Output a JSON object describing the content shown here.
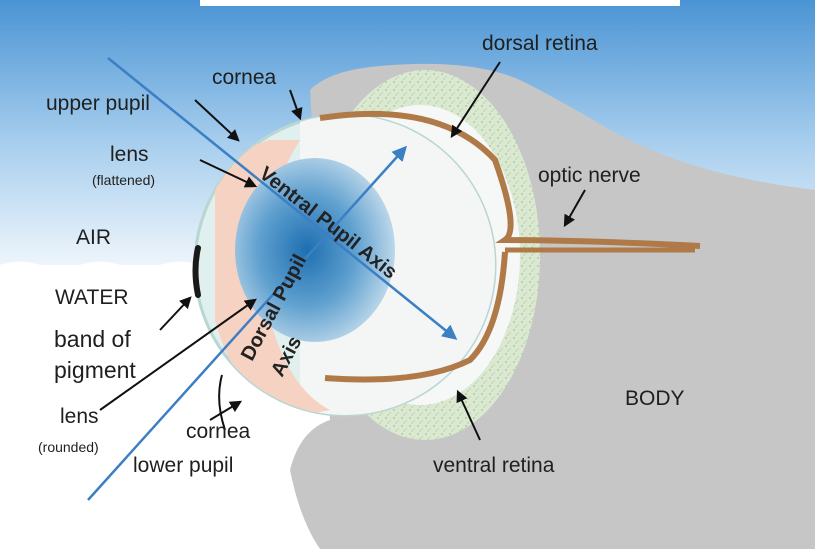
{
  "labels": {
    "dorsal_retina": "dorsal retina",
    "cornea_top": "cornea",
    "upper_pupil": "upper pupil",
    "lens_top": "lens",
    "lens_top_note": "(flattened)",
    "optic_nerve": "optic nerve",
    "air": "AIR",
    "water": "WATER",
    "band_of": "band of",
    "pigment": "pigment",
    "lens_bottom": "lens",
    "lens_bottom_note": "(rounded)",
    "cornea_bottom": "cornea",
    "lower_pupil": "lower pupil",
    "body": "BODY",
    "ventral_retina": "ventral retina",
    "ventral_axis": "Ventral Pupil Axis",
    "dorsal_axis_1": "Dorsal Pupil",
    "dorsal_axis_2": "Axis"
  },
  "colors": {
    "sky_top": "#4a94d4",
    "sky_bottom": "#eaf3fb",
    "body_gray": "#c6c6c6",
    "retina_green": "#cfe3c4",
    "nerve_brown": "#b07a48",
    "lens_blue": "#3d87c0",
    "cornea_pale": "#dff0ee",
    "pink": "#f6d2c2",
    "arrow_blue": "#3b7fc4"
  }
}
